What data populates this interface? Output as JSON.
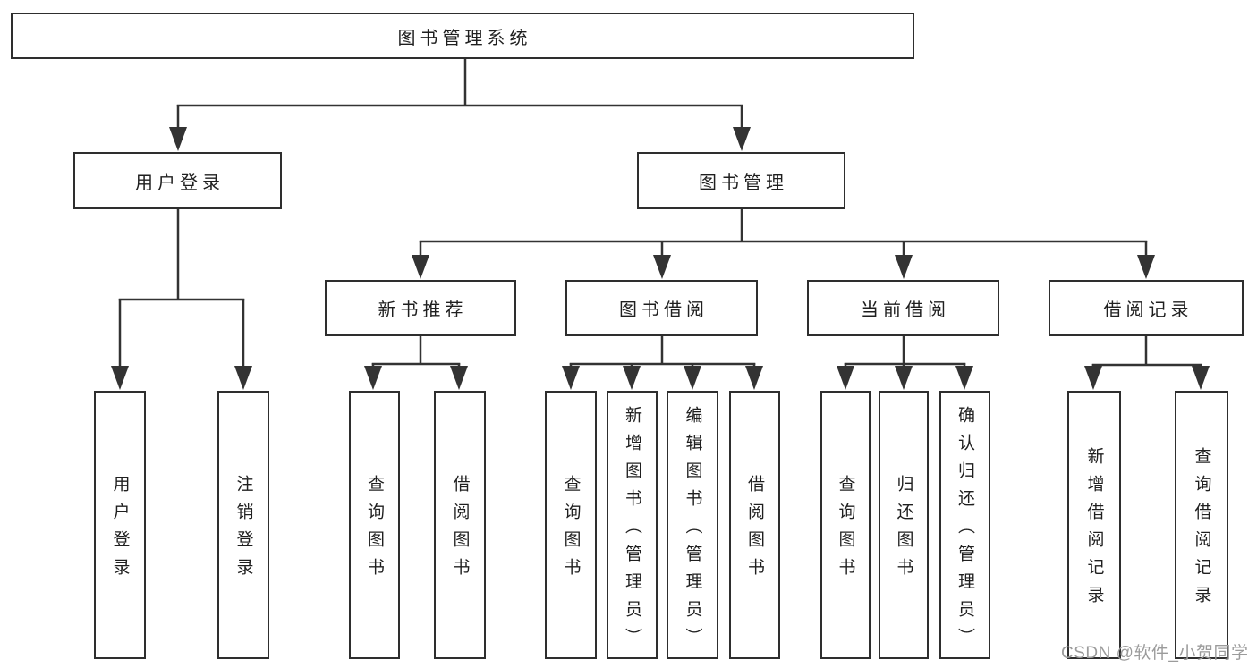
{
  "title": {
    "label": "图书管理系统"
  },
  "level2": {
    "login": {
      "label": "用户登录"
    },
    "management": {
      "label": "图书管理"
    }
  },
  "level3": {
    "recommend": {
      "label": "新书推荐"
    },
    "borrow": {
      "label": "图书借阅"
    },
    "current": {
      "label": "当前借阅"
    },
    "records": {
      "label": "借阅记录"
    }
  },
  "level4": {
    "login_children": [
      {
        "label": "用户登录"
      },
      {
        "label": "注销登录"
      }
    ],
    "recommend_children": [
      {
        "label": "查询图书"
      },
      {
        "label": "借阅图书"
      }
    ],
    "borrow_children": [
      {
        "label": "查询图书"
      },
      {
        "label": "新增图书（管理员）"
      },
      {
        "label": "编辑图书（管理员）"
      },
      {
        "label": "借阅图书"
      }
    ],
    "current_children": [
      {
        "label": "查询图书"
      },
      {
        "label": "归还图书"
      },
      {
        "label": "确认归还（管理员）"
      }
    ],
    "records_children": [
      {
        "label": "新增借阅记录"
      },
      {
        "label": "查询借阅记录"
      }
    ]
  },
  "watermark": {
    "text": "CSDN @软件_小贺同学"
  },
  "colors": {
    "line": "#333333",
    "border": "#2e2e2e",
    "text": "#1f1f1f",
    "watermark": "#9b9b9b",
    "background": "#ffffff"
  }
}
